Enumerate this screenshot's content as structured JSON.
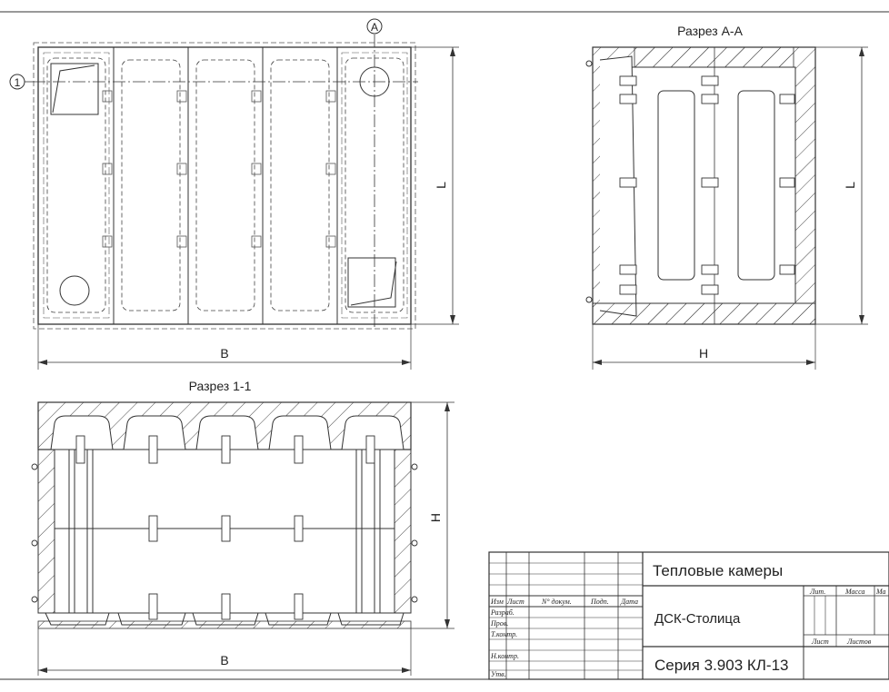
{
  "top_view": {
    "callout_a": "A",
    "callout_1": "1",
    "dim_length": "L",
    "dim_width": "B"
  },
  "section_aa": {
    "title": "Разрез А-А",
    "dim_length": "L",
    "dim_height": "H"
  },
  "section_11": {
    "title": "Разрез 1-1",
    "dim_height": "H",
    "dim_width": "B"
  },
  "title_block": {
    "title": "Тепловые камеры",
    "organization": "ДСК-Столица",
    "series": "Серия 3.903 КЛ-13",
    "col_izm": "Изм",
    "col_list": "Лист",
    "col_doc": "N° докум.",
    "col_sign": "Подп.",
    "col_date": "Дата",
    "row_razrab": "Разраб.",
    "row_prov": "Пров.",
    "row_tkontr": "Т.контр.",
    "row_nkontr": "Н.контр.",
    "row_utv": "Утв.",
    "lit": "Лит.",
    "massa": "Масса",
    "masshtab": "Ма",
    "list": "Лист",
    "listov": "Листов"
  }
}
